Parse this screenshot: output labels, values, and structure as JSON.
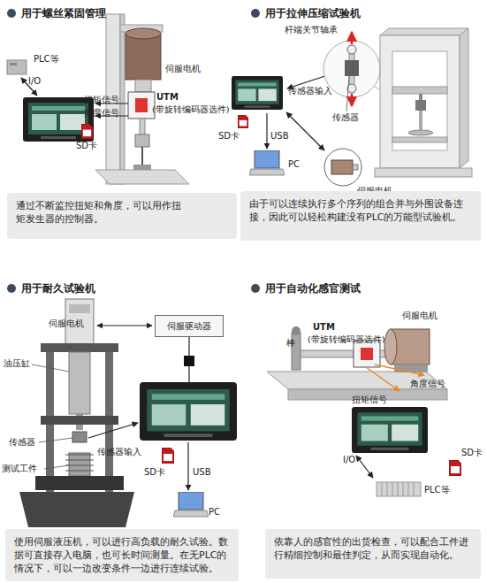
{
  "diagram": {
    "nodes": [
      {
        "text": [
          "通过不断监控扭矩和角度，可以用作扭矩发生器的控制器。"
        ]
      },
      {
        "text": [
          "由于可以连续执行多个序列的组合并与外围设备连接，因此可以轻松构建没有PLC的万能型试验机。"
        ]
      },
      {
        "text": [
          "伺服驱动器"
        ]
      },
      {
        "text": [
          "使用伺服液压机，可以进行高负载的耐久试验。数据可直接存入电脑，也可长时间测量。在无PLC的情况下，可以一边改变条件一边进行连续试验。"
        ]
      },
      {
        "text": [
          "依靠人的感官性的出货检查，可以配合工件进行精细控制和最佳判定，从而实现自动化。"
        ]
      }
    ],
    "labels": [
      "用于螺丝紧固管理",
      "PLC等",
      "I/O",
      "伺服电机",
      "扭矩信号",
      "角度信号",
      "UTM",
      "(带旋转编码器选件)",
      "SD卡",
      "用于拉伸压缩试验机",
      "杆端关节轴承",
      "传感器输入",
      "传感器",
      "SD卡",
      "USB",
      "PC",
      "伺服电机",
      "用于耐久试验机",
      "伺服电机",
      "油压缸",
      "传感器",
      "传感器输入",
      "测试工件",
      "SD卡",
      "USB",
      "PC",
      "用于自动化感官测试",
      "伺服电机",
      "UTM",
      "(带旋转编码器选件)",
      "棒",
      "角度信号",
      "扭矩信号",
      "I/O",
      "SD卡",
      "PLC等"
    ]
  }
}
